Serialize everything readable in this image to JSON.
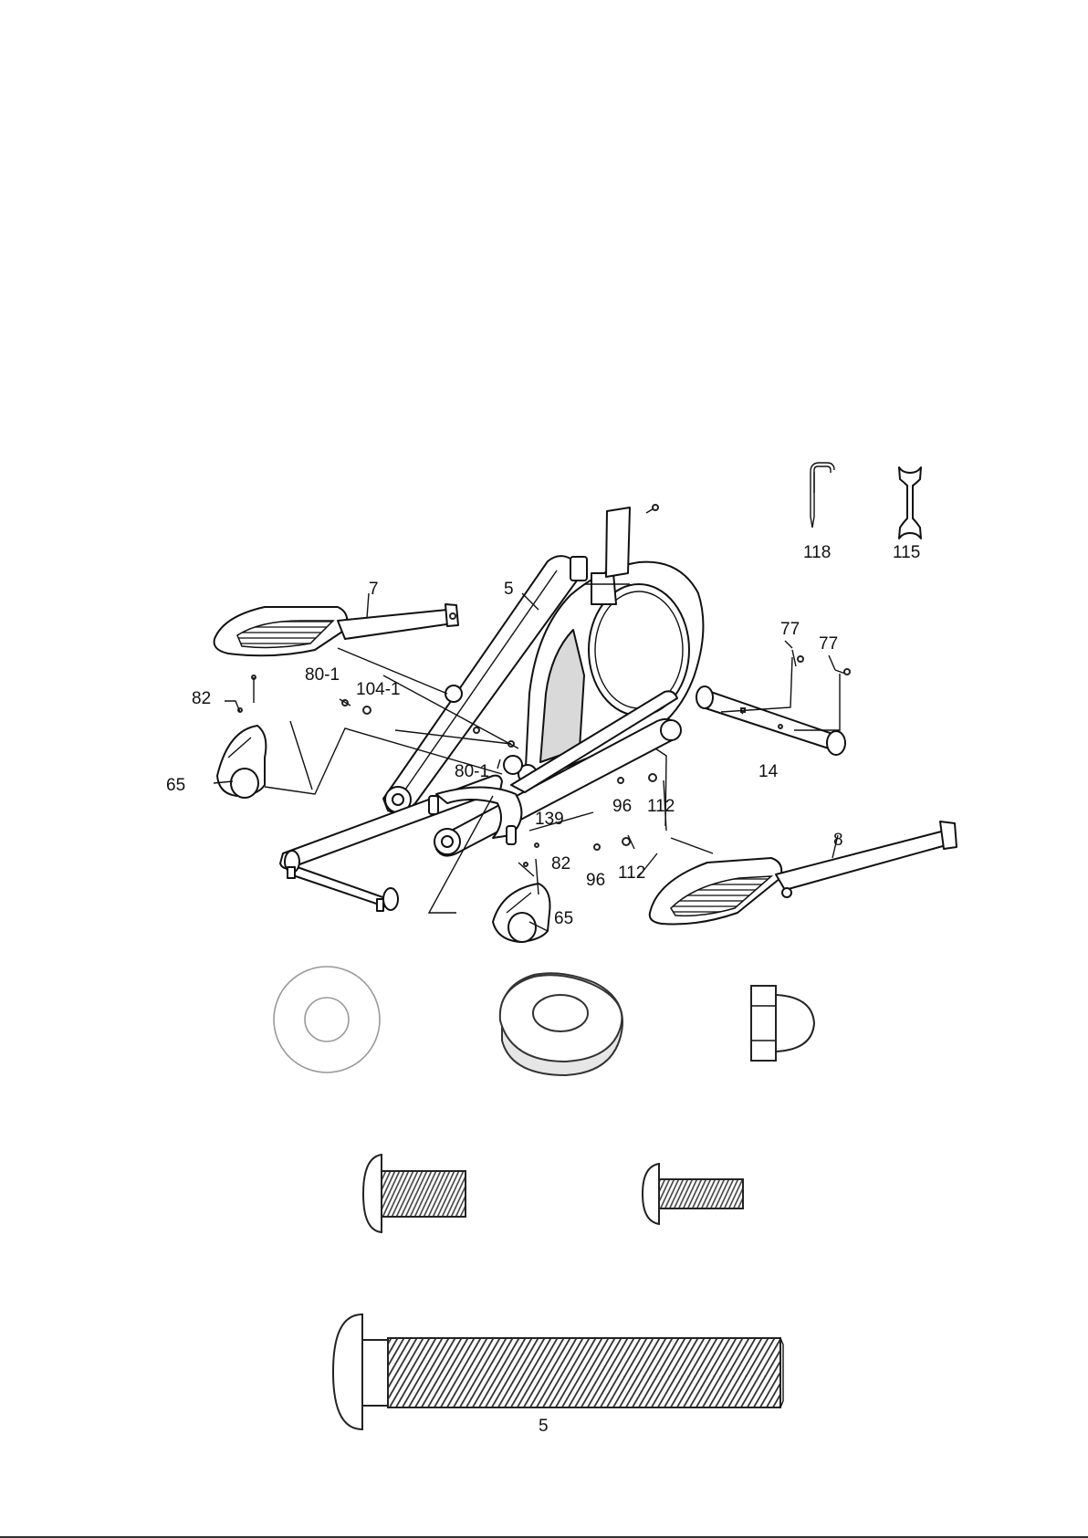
{
  "callouts": {
    "c7": "7",
    "c5": "5",
    "c118": "118",
    "c115": "115",
    "c77a": "77",
    "c77b": "77",
    "c80_1a": "80-1",
    "c104_1": "104-1",
    "c82a": "82",
    "c80_1b": "80-1",
    "c14": "14",
    "c65a": "65",
    "c96a": "96",
    "c112a": "112",
    "c139": "139",
    "c8": "8",
    "c82b": "82",
    "c96b": "96",
    "c112b": "112",
    "c65b": "65"
  },
  "hardware": {
    "long_bolt_qty": "5"
  }
}
